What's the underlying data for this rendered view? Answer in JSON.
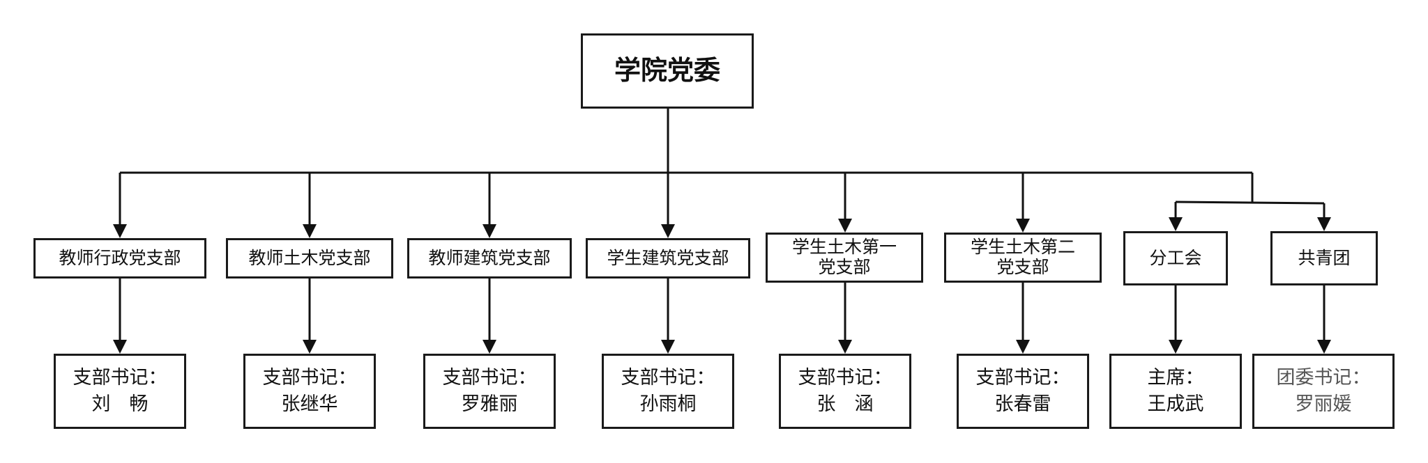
{
  "root": {
    "label": "学院党委"
  },
  "branches": [
    {
      "label": "教师行政党支部",
      "secretary_label": "支部书记：",
      "secretary_name": "刘　畅"
    },
    {
      "label": "教师土木党支部",
      "secretary_label": "支部书记：",
      "secretary_name": "张继华"
    },
    {
      "label": "教师建筑党支部",
      "secretary_label": "支部书记：",
      "secretary_name": "罗雅丽"
    },
    {
      "label": "学生建筑党支部",
      "secretary_label": "支部书记：",
      "secretary_name": "孙雨桐"
    },
    {
      "label_line1": "学生土木第一",
      "label_line2": "党支部",
      "secretary_label": "支部书记：",
      "secretary_name": "张　涵"
    },
    {
      "label_line1": "学生土木第二",
      "label_line2": "党支部",
      "secretary_label": "支部书记：",
      "secretary_name": "张春雷"
    },
    {
      "label": "分工会",
      "secretary_label": "主席：",
      "secretary_name": "王成武"
    },
    {
      "label": "共青团",
      "secretary_label": "团委书记：",
      "secretary_name": "罗丽媛"
    }
  ]
}
